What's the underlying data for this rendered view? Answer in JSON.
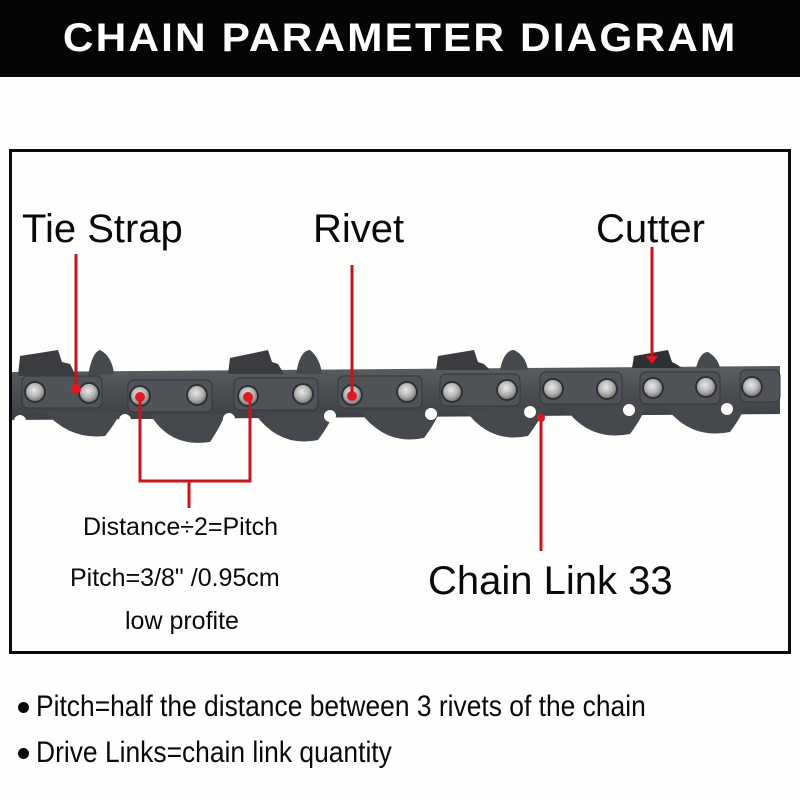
{
  "banner": {
    "title": "CHAIN PARAMETER DIAGRAM",
    "background": "#050505",
    "text_color": "#ffffff"
  },
  "diagram": {
    "frame_color": "#0b0b0b",
    "callout_color": "#c8141c",
    "chain_metal_color": "#4a4d52",
    "rivet_color": "#bdbdbd",
    "labels": {
      "tie_strap": "Tie Strap",
      "rivet": "Rivet",
      "cutter": "Cutter",
      "chain_link": "Chain Link 33"
    },
    "pitch_info": {
      "formula": "Distance÷2=Pitch",
      "pitch_value": "Pitch=3/8\" /0.95cm",
      "profile": "low profite"
    }
  },
  "notes": [
    {
      "icon": "bullet-icon",
      "text": "Pitch=half the distance between 3 rivets of the chain"
    },
    {
      "icon": "bullet-icon",
      "text": "Drive Links=chain link quantity"
    }
  ]
}
